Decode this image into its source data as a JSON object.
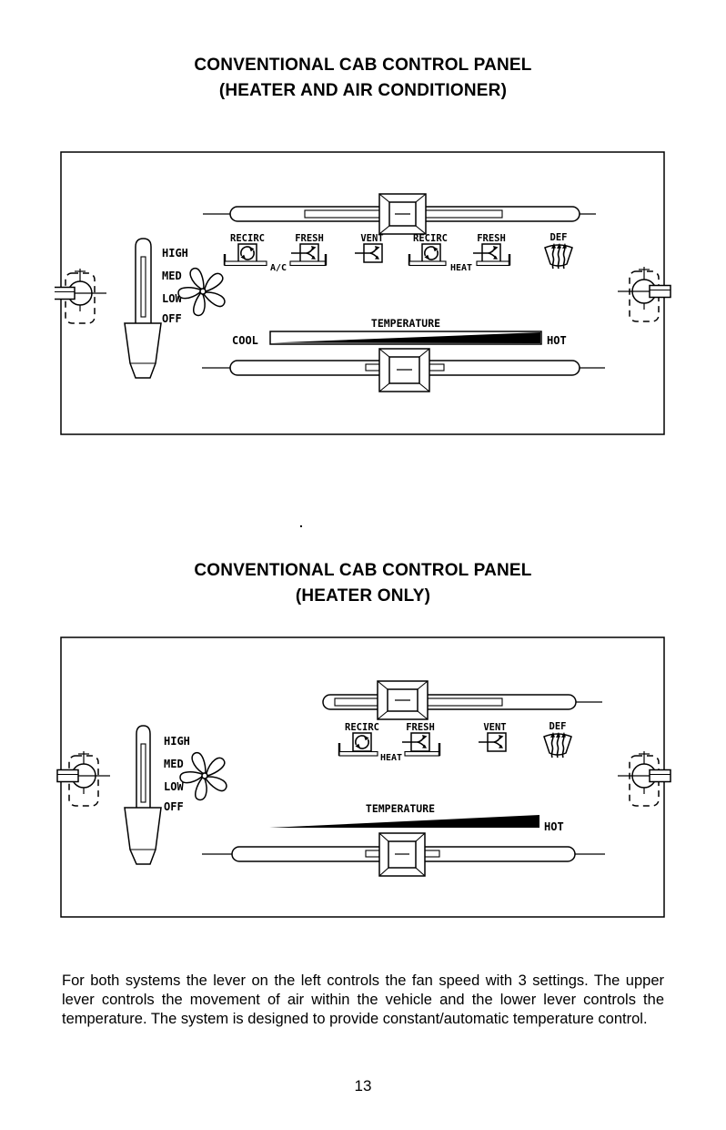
{
  "page": {
    "number": "13",
    "body_text": "For both systems the lever on the left controls the fan speed with 3 settings. The upper lever controls the movement of air within the vehicle and the lower lever controls the temperature. The system is designed to provide constant/automatic temperature control.",
    "artifact_dot": "."
  },
  "colors": {
    "ink": "#000000",
    "paper": "#ffffff"
  },
  "icons": {
    "recirc-icon": "boxed circular recirculation arrows",
    "fresh-icon": "boxed branching airflow arrow",
    "vent-icon": "boxed branching airflow arrow",
    "def-icon": "windshield with wavy defrost arrows",
    "fan-icon": "five-blade fan",
    "screw-icon": "crosshair screw head in dashed bracket",
    "knob-icon": "beveled square slider knob"
  },
  "diagram1": {
    "title_line1": "CONVENTIONAL CAB CONTROL PANEL",
    "title_line2": "(HEATER AND AIR CONDITIONER)",
    "fan_labels": [
      "HIGH",
      "MED",
      "LOW",
      "OFF"
    ],
    "modes": [
      "RECIRC",
      "FRESH",
      "VENT",
      "RECIRC",
      "FRESH",
      "DEF"
    ],
    "groups": {
      "ac": "A/C",
      "heat": "HEAT"
    },
    "temperature": {
      "label": "TEMPERATURE",
      "left": "COOL",
      "right": "HOT"
    }
  },
  "diagram2": {
    "title_line1": "CONVENTIONAL CAB CONTROL PANEL",
    "title_line2": "(HEATER ONLY)",
    "fan_labels": [
      "HIGH",
      "MED",
      "LOW",
      "OFF"
    ],
    "modes": [
      "RECIRC",
      "FRESH",
      "VENT",
      "DEF"
    ],
    "groups": {
      "heat": "HEAT"
    },
    "temperature": {
      "label": "TEMPERATURE",
      "right": "HOT"
    }
  }
}
